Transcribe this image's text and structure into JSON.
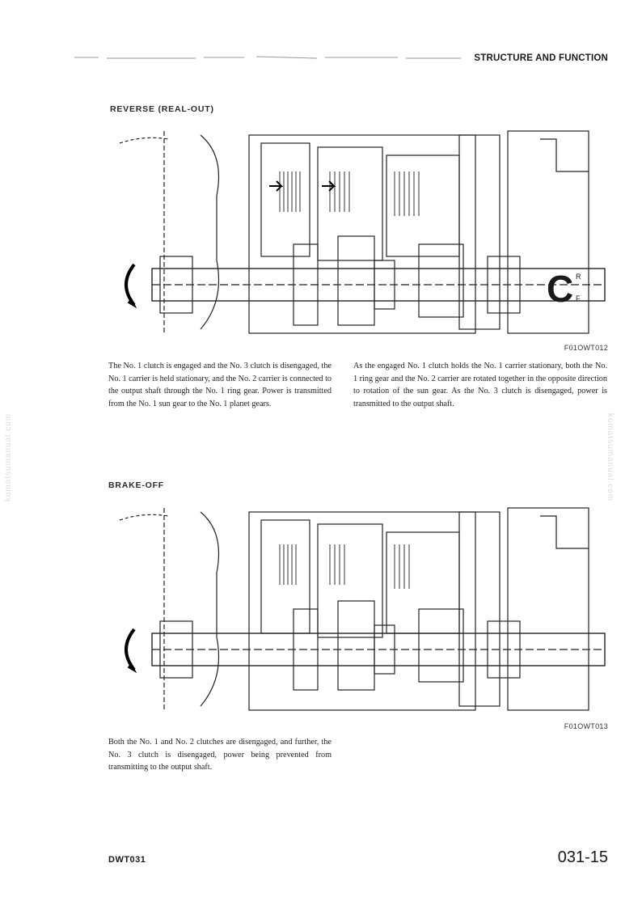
{
  "header": {
    "section_title": "STRUCTURE AND FUNCTION"
  },
  "figures": [
    {
      "title": "REVERSE (REAL-OUT)",
      "figure_id": "F01OWT012",
      "direction_marks": {
        "symbol": "C",
        "top": "R",
        "bottom": "F"
      },
      "text_left": "The No. 1 clutch is engaged and the No. 3 clutch is disengaged, the No. 1 carrier is held stationary, and the No. 2 carrier is connected to the output shaft through the No. 1 ring gear. Power is transmitted from the No. 1 sun gear to the No. 1 planet gears.",
      "text_right": "As the engaged No. 1 clutch holds the No. 1 carrier stationary, both the No. 1 ring gear and the No. 2 carrier are rotated together in the opposite direction to rotation of the sun gear. As the No. 3 clutch is disengaged, power is transmitted to the output shaft."
    },
    {
      "title": "BRAKE-OFF",
      "figure_id": "F01OWT013",
      "text_left": "Both the No. 1 and No. 2 clutches are disengaged, and further, the No. 3 clutch is disengaged, power being prevented from transmitting to the output shaft."
    }
  ],
  "watermark": {
    "text": "komatsumanual.com"
  },
  "footer": {
    "doc_code": "DWT031",
    "page_number": "031-15"
  }
}
